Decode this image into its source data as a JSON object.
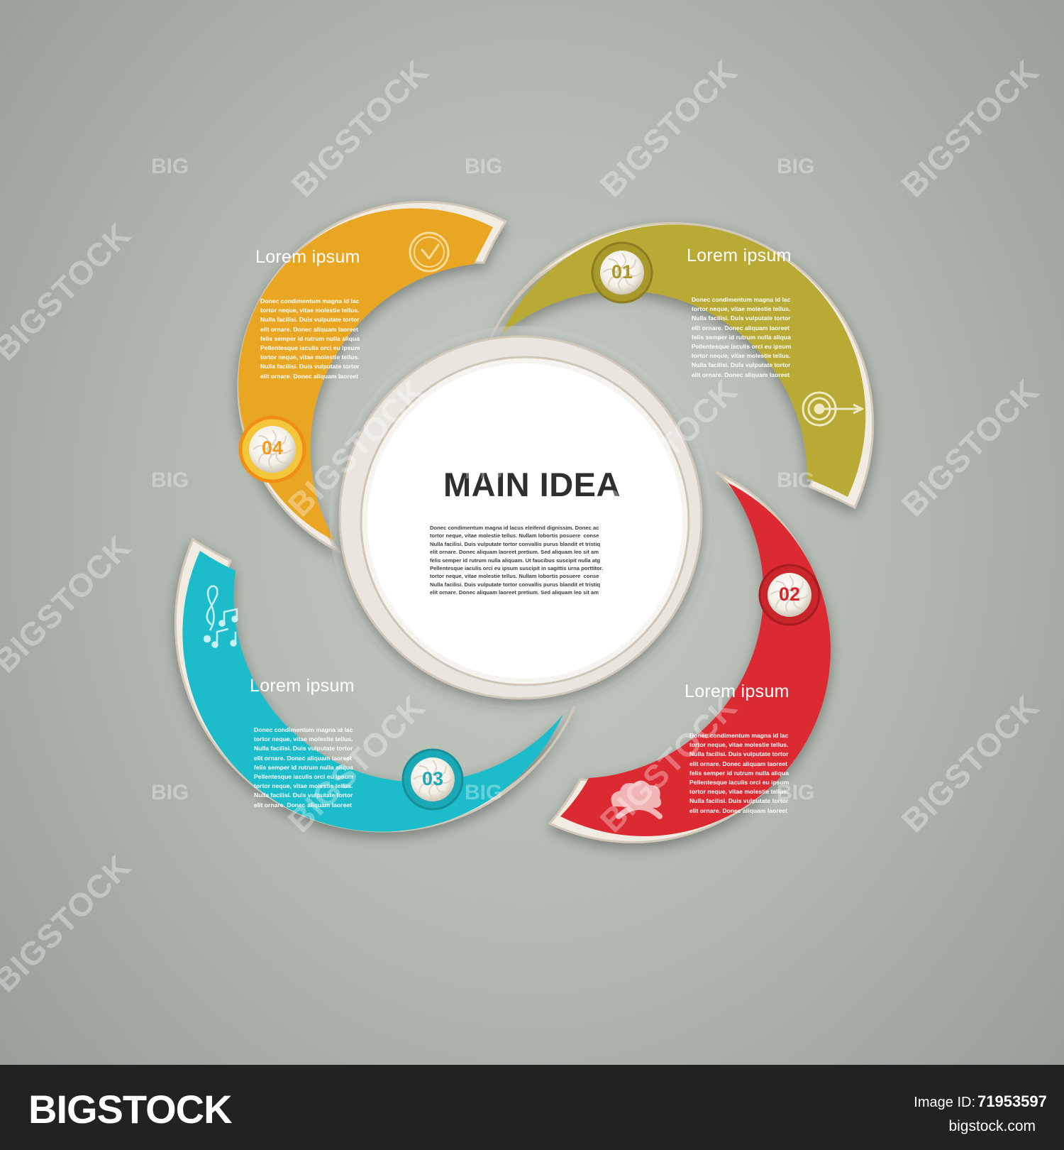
{
  "center": {
    "title": "MAIN IDEA",
    "text": "Donec condimentum magna id lacus eleifend dignissim. Donec ac\ntortor neque, vitae molestie tellus. Nullam lobortis posuere  conse\nNulla facilisi. Duis vulputate tortor convallis purus blandit et tristiq\nelit ornare. Donec aliquam laoreet pretium. Sed aliquam leo sit am\nfelis semper id rutrum nulla aliquam. Ut faucibus suscipit nulla atg\nPellentesque iaculis orci eu ipsum suscipit in sagittis urna porttitor.\ntortor neque, vitae molestie tellus. Nullam lobortis posuere  conse\nNulla facilisi. Duis vulputate tortor convallis purus blandit et tristiq\nelit ornare. Donec aliquam laoreet pretium. Sed aliquam leo sit am"
  },
  "segments": [
    {
      "number": "01",
      "color": "#b9a934",
      "heading": "Lorem ipsum",
      "icon": "target-icon",
      "text": "Donec condimentum magna id lac\ntortor neque, vitae molestie tellus.\nNulla facilisi. Duis vulputate tortor\nelit ornare. Donec aliquam laoreet\nfelis semper id rutrum nulla aliqua\nPellentesque iaculis orci eu ipsum\ntortor neque, vitae molestie tellus.\nNulla facilisi. Duis vulputate tortor\nelit ornare. Donec aliquam laoreet"
    },
    {
      "number": "02",
      "color": "#dc2b30",
      "heading": "Lorem ipsum",
      "icon": "cloud-hand-icon",
      "text": "Donec condimentum magna id lac\ntortor neque, vitae molestie tellus.\nNulla facilisi. Duis vulputate tortor\nelit ornare. Donec aliquam laoreet\nfelis semper id rutrum nulla aliqua\nPellentesque iaculis orci eu ipsum\ntortor neque, vitae molestie tellus.\nNulla facilisi. Duis vulputate tortor\nelit ornare. Donec aliquam laoreet"
    },
    {
      "number": "03",
      "color": "#1fbccb",
      "heading": "Lorem ipsum",
      "icon": "music-notes-icon",
      "text": "Donec condimentum magna id lac\ntortor neque, vitae molestie tellus.\nNulla facilisi. Duis vulputate tortor\nelit ornare. Donec aliquam laoreet\nfelis semper id rutrum nulla aliqua\nPellentesque iaculis orci eu ipsum\ntortor neque, vitae molestie tellus.\nNulla facilisi. Duis vulputate tortor\nelit ornare. Donec aliquam laoreet"
    },
    {
      "number": "04",
      "color": "#e9a621",
      "heading": "Lorem ipsum",
      "icon": "clock-icon",
      "text": "Donec condimentum magna id lac\ntortor neque, vitae molestie tellus.\nNulla facilisi. Duis vulputate tortor\nelit ornare. Donec aliquam laoreet\nfelis semper id rutrum nulla aliqua\nPellentesque iaculis orci eu ipsum\ntortor neque, vitae molestie tellus.\nNulla facilisi. Duis vulputate tortor\nelit ornare. Donec aliquam laoreet"
    }
  ],
  "watermark": {
    "big": "BIG",
    "stock": "BIGSTOCK"
  },
  "footer": {
    "logo": "BIGSTOCK",
    "image_id_label": "Image ID:",
    "image_id": "71953597",
    "site": "bigstock.com"
  }
}
